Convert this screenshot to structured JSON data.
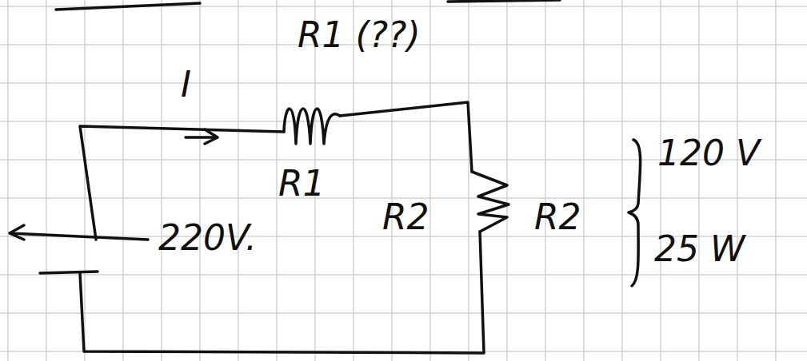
{
  "diagram": {
    "labels": [
      "R1 (??)",
      "I",
      "R1",
      "R2",
      "R2",
      "120 V",
      "25 W",
      "220V."
    ]
  }
}
